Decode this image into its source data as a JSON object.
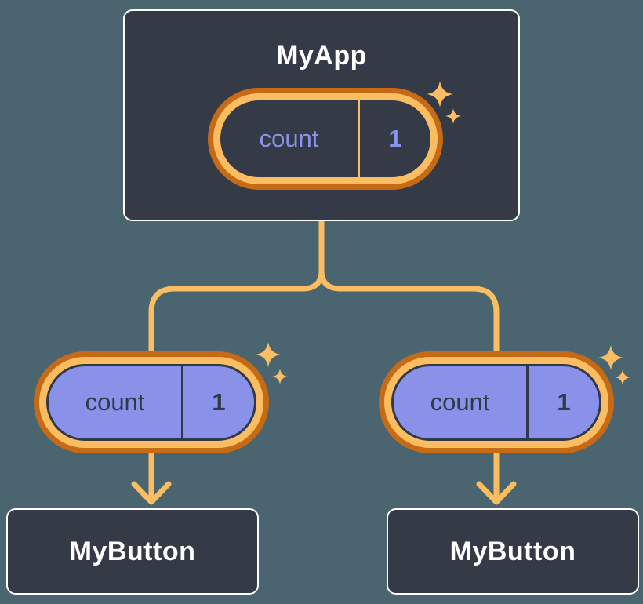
{
  "tree": {
    "root": {
      "label": "MyApp",
      "state_pill": {
        "name": "count",
        "value": "1"
      }
    },
    "children": [
      {
        "label": "MyButton",
        "state_pill": {
          "name": "count",
          "value": "1"
        }
      },
      {
        "label": "MyButton",
        "state_pill": {
          "name": "count",
          "value": "1"
        }
      }
    ]
  },
  "colors": {
    "background": "#4A6570",
    "node_fill": "#343A46",
    "node_border": "#FFFFFF",
    "node_text": "#FFFFFF",
    "pill_ring_outer": "#C76A15",
    "pill_ring_inner": "#FABD62",
    "pill_fill_root": "#343A46",
    "pill_fill_child": "#8A91E8",
    "state_text_root": "#8A93EC",
    "state_text_child": "#2F3947",
    "connector": "#FABD62",
    "sparkle": "#FABD62"
  }
}
